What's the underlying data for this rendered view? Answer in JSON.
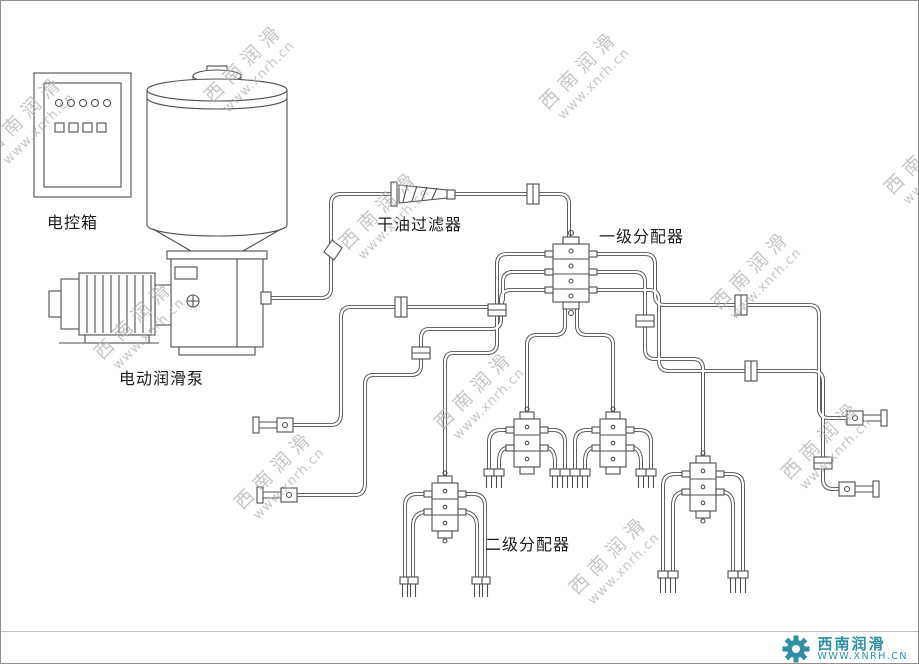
{
  "labels": {
    "control_box": "电控箱",
    "pump": "电动润滑泵",
    "filter": "干油过滤器",
    "primary_distributor": "一级分配器",
    "secondary_distributor": "二级分配器"
  },
  "watermark": {
    "cn": "西南润滑",
    "url": "www.xnrh.cn"
  },
  "logo": {
    "brand": "西南润滑",
    "url": "WWW.XNRH.CN"
  },
  "colors": {
    "line": "#4f4f4f",
    "watermark": "#b3b3b3",
    "brand_teal": "#2f8fa3",
    "border": "#8f8f8f"
  }
}
